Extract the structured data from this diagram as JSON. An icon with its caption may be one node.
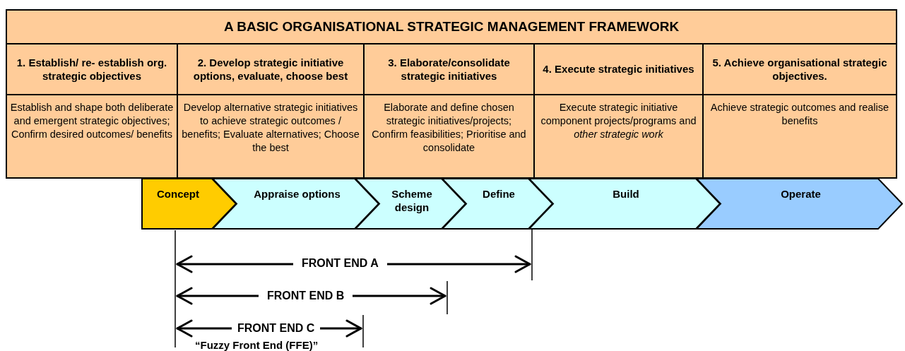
{
  "diagram": {
    "nodes": [
      {
        "text": [
          "A BASIC ORGANISATIONAL STRATEGIC MANAGEMENT FRAMEWORK"
        ]
      },
      {
        "text": [
          "1. Establish/ re- establish org. strategic objectives"
        ]
      },
      {
        "text": [
          "2. Develop strategic initiative options, evaluate, choose best"
        ]
      },
      {
        "text": [
          "3. Elaborate/consolidate strategic initiatives"
        ]
      },
      {
        "text": [
          "4. Execute strategic initiatives"
        ]
      },
      {
        "text": [
          "5. Achieve organisational strategic  objectives."
        ]
      },
      {
        "text": [
          "Establish and shape both deliberate and emergent strategic objectives; Confirm desired outcomes/ benefits"
        ]
      },
      {
        "text": [
          "Develop alternative strategic initiatives to achieve strategic outcomes / benefits; Evaluate alternatives; Choose the best"
        ]
      },
      {
        "text": [
          "Elaborate and define chosen strategic initiatives/projects; Confirm feasibilities; Prioritise  and consolidate"
        ]
      },
      {
        "text": [
          "Execute strategic initiative component projects/programs and *other strategic work*"
        ]
      },
      {
        "text": [
          "Achieve strategic outcomes and realise benefits"
        ]
      },
      {
        "text": [
          "Concept"
        ]
      },
      {
        "text": [
          "Appraise options"
        ]
      },
      {
        "text": [
          "Scheme design"
        ]
      },
      {
        "text": [
          "Define"
        ]
      },
      {
        "text": [
          "Build"
        ]
      },
      {
        "text": [
          "Operate"
        ]
      }
    ],
    "labels": [
      "FRONT END A",
      "FRONT END B",
      "FRONT END C",
      "“Fuzzy Front End (FFE)”"
    ]
  }
}
